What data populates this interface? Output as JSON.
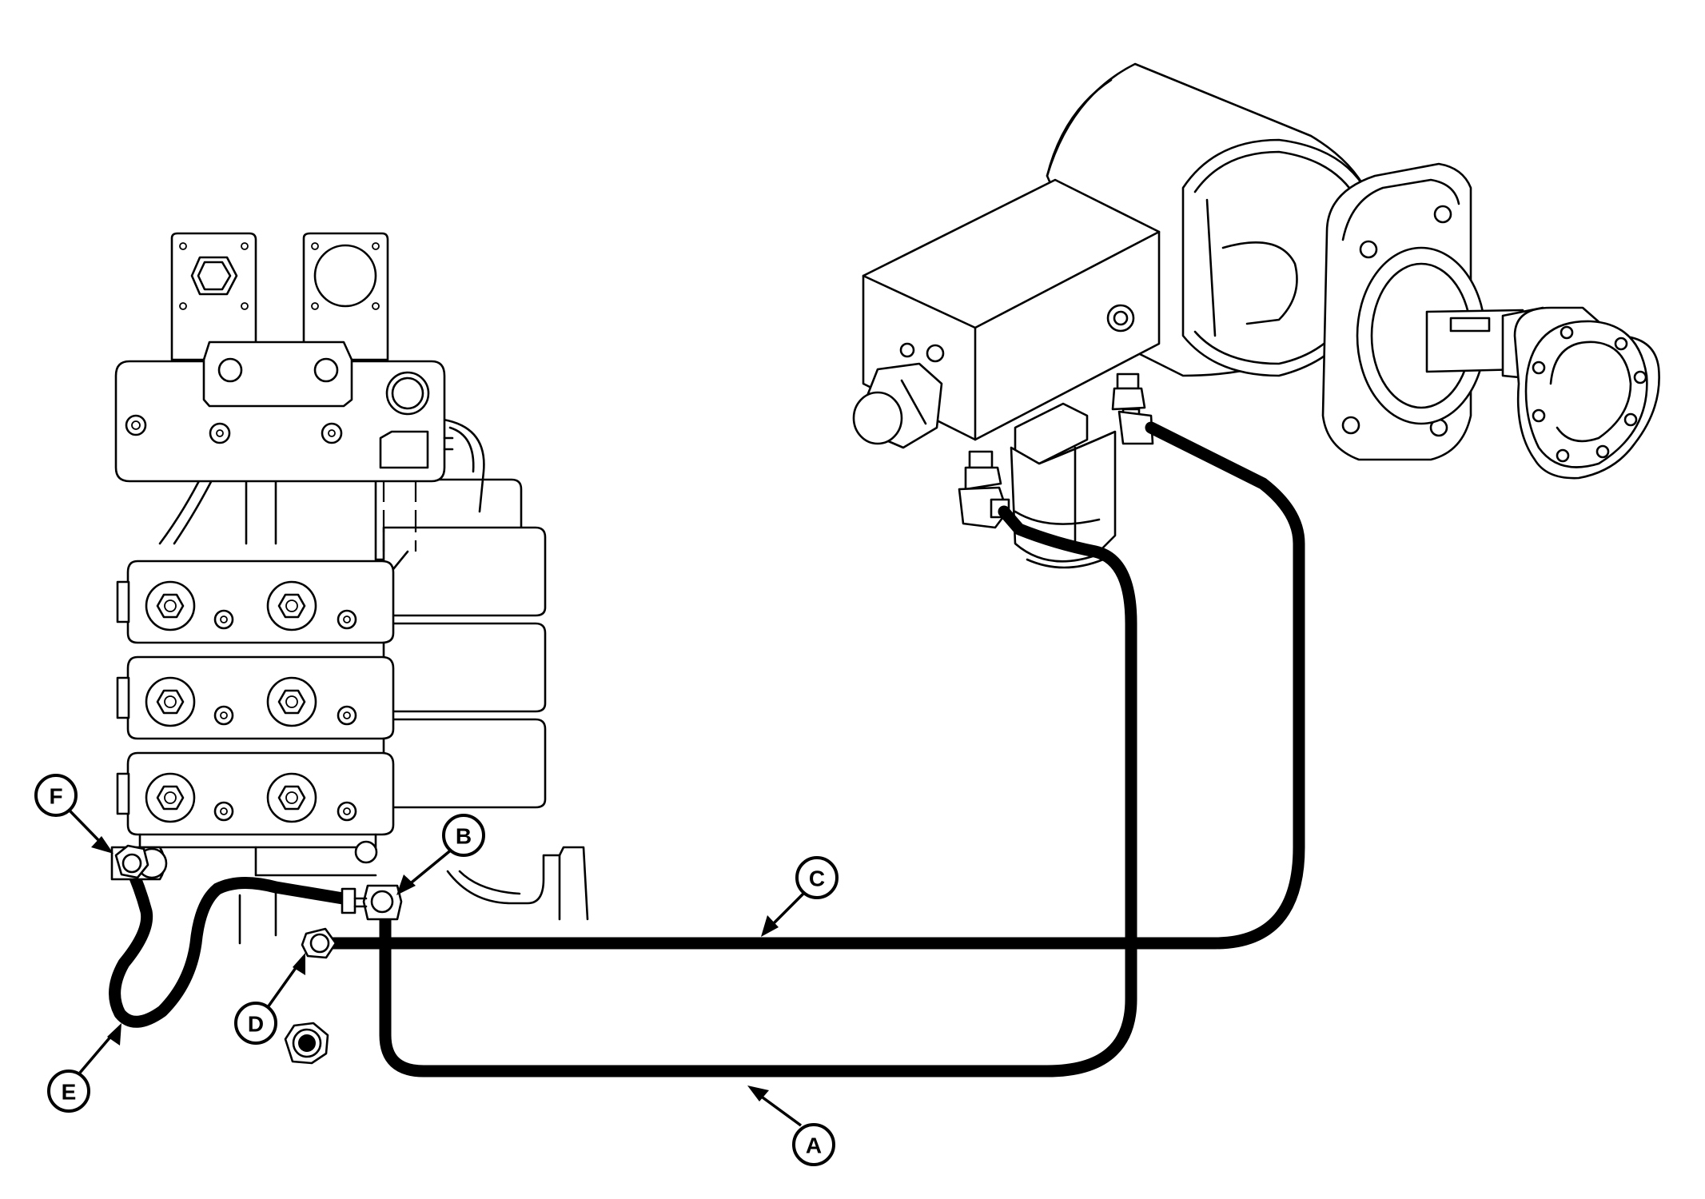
{
  "diagram": {
    "callouts": [
      {
        "id": "A",
        "label": "A"
      },
      {
        "id": "B",
        "label": "B"
      },
      {
        "id": "C",
        "label": "C"
      },
      {
        "id": "D",
        "label": "D"
      },
      {
        "id": "E",
        "label": "E"
      },
      {
        "id": "F",
        "label": "F"
      }
    ],
    "colors": {
      "line": "#000000",
      "background": "#ffffff"
    }
  }
}
